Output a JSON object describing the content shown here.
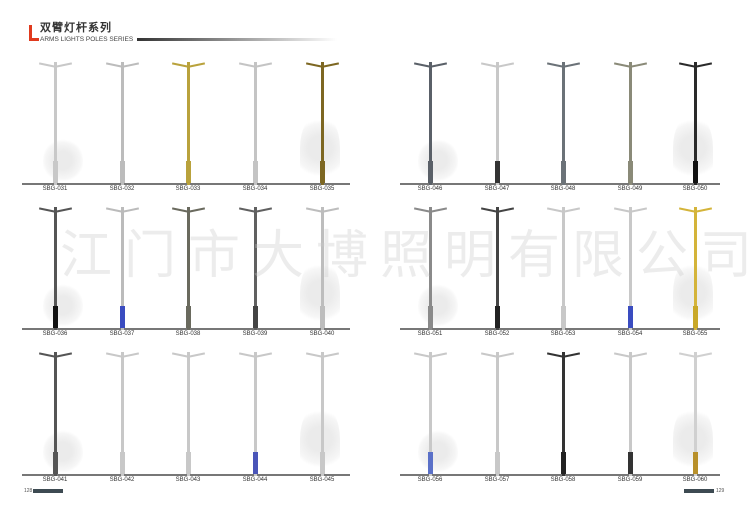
{
  "header": {
    "title_cn": "双臂灯杆系列",
    "title_en": "ARMS LIGHTS POLES SERIES"
  },
  "watermark": "江门市大博照明有限公司",
  "page_left": "128",
  "page_right": "129",
  "poles": [
    {
      "code": "SBG-031",
      "color": "#c8c8c8",
      "base": "#c8c8c8"
    },
    {
      "code": "SBG-032",
      "color": "#bcbcbc",
      "base": "#bcbcbc"
    },
    {
      "code": "SBG-033",
      "color": "#b9a23c",
      "base": "#b9a23c"
    },
    {
      "code": "SBG-034",
      "color": "#c4c4c4",
      "base": "#c4c4c4"
    },
    {
      "code": "SBG-035",
      "color": "#7d6722",
      "base": "#7d6722"
    },
    {
      "code": "SBG-046",
      "color": "#5a6068",
      "base": "#5a6068"
    },
    {
      "code": "SBG-047",
      "color": "#c8c8c8",
      "base": "#333333"
    },
    {
      "code": "SBG-048",
      "color": "#6b7278",
      "base": "#6b7278"
    },
    {
      "code": "SBG-049",
      "color": "#8a8a78",
      "base": "#8a8a78"
    },
    {
      "code": "SBG-050",
      "color": "#2a2a2a",
      "base": "#111111"
    },
    {
      "code": "SBG-036",
      "color": "#555555",
      "base": "#111111"
    },
    {
      "code": "SBG-037",
      "color": "#bbbbbb",
      "base": "#3a4cc0"
    },
    {
      "code": "SBG-038",
      "color": "#6a6a5e",
      "base": "#6a6a5e"
    },
    {
      "code": "SBG-039",
      "color": "#606060",
      "base": "#444444"
    },
    {
      "code": "SBG-040",
      "color": "#bdbdbd",
      "base": "#bdbdbd"
    },
    {
      "code": "SBG-051",
      "color": "#8a8a8a",
      "base": "#8a8a8a"
    },
    {
      "code": "SBG-052",
      "color": "#444444",
      "base": "#222222"
    },
    {
      "code": "SBG-053",
      "color": "#c8c8c8",
      "base": "#c8c8c8"
    },
    {
      "code": "SBG-054",
      "color": "#c8c8c8",
      "base": "#3a4cc0"
    },
    {
      "code": "SBG-055",
      "color": "#d4b43a",
      "base": "#c9a828"
    },
    {
      "code": "SBG-041",
      "color": "#555555",
      "base": "#555555"
    },
    {
      "code": "SBG-042",
      "color": "#c8c8c8",
      "base": "#c8c8c8"
    },
    {
      "code": "SBG-043",
      "color": "#c8c8c8",
      "base": "#c8c8c8"
    },
    {
      "code": "SBG-044",
      "color": "#c8c8c8",
      "base": "#4a55b8"
    },
    {
      "code": "SBG-045",
      "color": "#c8c8c8",
      "base": "#c8c8c8"
    },
    {
      "code": "SBG-056",
      "color": "#c8c8c8",
      "base": "#5a70c8"
    },
    {
      "code": "SBG-057",
      "color": "#c8c8c8",
      "base": "#c8c8c8"
    },
    {
      "code": "SBG-058",
      "color": "#333333",
      "base": "#222222"
    },
    {
      "code": "SBG-059",
      "color": "#c8c8c8",
      "base": "#333333"
    },
    {
      "code": "SBG-060",
      "color": "#d0d0d0",
      "base": "#b8902a"
    }
  ]
}
